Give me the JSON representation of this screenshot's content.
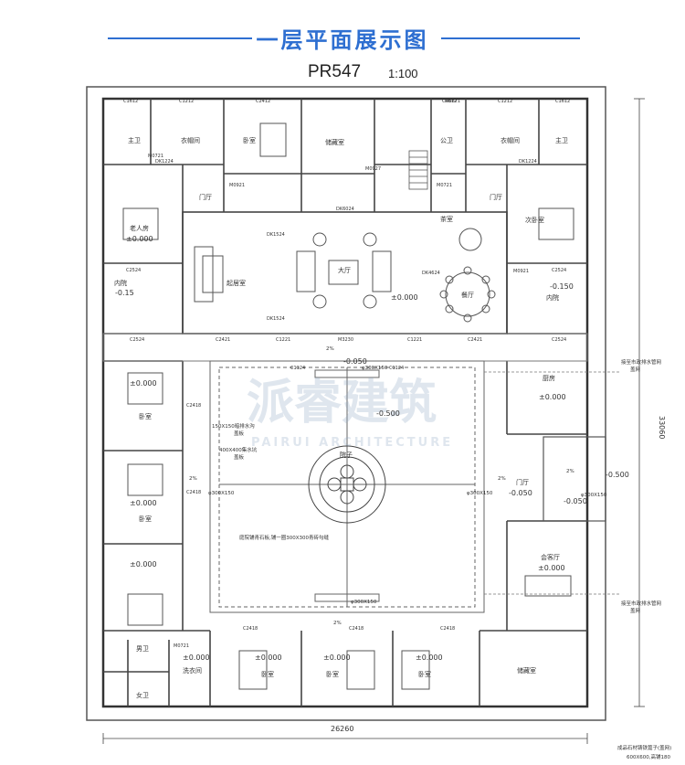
{
  "header": {
    "title": "一层平面展示图",
    "code": "PR547",
    "scale": "1:100",
    "accent": "#2e6fd1"
  },
  "watermark": {
    "text": "派睿建筑",
    "subtext": "PAIRUI ARCHITECTURE",
    "color": "#8fa8c4"
  },
  "rooms": {
    "bath_main_l": "主卫",
    "closet_l": "衣帽间",
    "bed_top_l": "卧室",
    "storage_top": "储藏室",
    "bath_public": "公卫",
    "closet_r": "衣帽间",
    "bath_main_r": "主卫",
    "elder_room": "老人房",
    "hall_l": "门厅",
    "living": "起居室",
    "great_hall": "大厅",
    "lounge": "茶室",
    "hall_r": "门厅",
    "guest_room": "次卧室",
    "dining": "餐厅",
    "inner_yard_l": "内院",
    "inner_yard_r": "内院",
    "kitchen": "厨房",
    "bed_w1": "卧室",
    "bed_w2": "卧室",
    "courtyard": "院子",
    "entry": "门厅",
    "guest_hall": "会客厅",
    "bath_m": "男卫",
    "bath_f": "女卫",
    "laundry": "洗衣间",
    "bed_s1": "卧室",
    "bed_s2": "卧室",
    "bed_s3": "卧室",
    "storage_se": "储藏室"
  },
  "levels": {
    "elder": "±0.000",
    "hall": "±0.000",
    "yard_l": "-0.15",
    "yard_r": "-0.150",
    "court_top": "-0.050",
    "court_mid": "-0.500",
    "kitchen": "±0.000",
    "bed_w1": "±0.000",
    "bed_w2": "±0.000",
    "bed_w3": "±0.000",
    "entry": "-0.050",
    "entry_r": "-0.050",
    "outside": "-0.500",
    "guest_hall": "±0.000",
    "bed_s1": "±0.000",
    "bed_s2": "±0.000",
    "bed_s3": "±0.000",
    "laundry": "±0.000"
  },
  "codes": {
    "c1612a": "C1612",
    "c1212a": "C1212",
    "c2412": "C2412",
    "c0812": "C0812",
    "c1212b": "C1212",
    "c1612b": "C1612",
    "dk1224a": "DK1224",
    "dk1224b": "DK1224",
    "dk6024": "DK6024",
    "dk1524a": "DK1524",
    "dk1524b": "DK1524",
    "dk4624": "DK4624",
    "m0921a": "M0921",
    "m0921b": "M0921",
    "m0721a": "M0721",
    "m0721b": "M0721",
    "m0927": "M0927",
    "m3230": "M3230",
    "c2421a": "C2421",
    "c1221a": "C1221",
    "c1221b": "C1221",
    "c2421b": "C2421",
    "c2524a": "C2524",
    "c2524b": "C2524",
    "c2524c": "C2524",
    "c2524d": "C2524",
    "c1124a": "C1124",
    "c1124b": "C1124",
    "c2418a": "C2418",
    "c2418b": "C2418",
    "c2418c": "C2418",
    "c2418d": "C2418",
    "c2418e": "C2418",
    "m0821": "M0821",
    "m0721c": "M0721"
  },
  "notes": {
    "n1": "150X150暗排水沟",
    "n1b": "盖板",
    "n2": "400X400集水坑",
    "n2b": "盖板",
    "n3": "庭院铺青石板,铺一圈300X300青砖勾缝",
    "p1": "φ300X150",
    "p2": "φ300X150",
    "p3": "φ300X150",
    "p4": "φ300X150",
    "p5": "φ300X150",
    "out1": "接至市政排水管网",
    "out1b": "盖网",
    "out2": "接至市政排水管网",
    "out2b": "盖网",
    "pav": "成品石材铸铁篦子(盖网)",
    "pav2": "600X600,高铺180",
    "slope1": "2%",
    "slope2": "2%",
    "slope3": "2%",
    "slope4": "2%",
    "slope5": "2%"
  },
  "dims": {
    "width": "26260",
    "height": "33060"
  }
}
